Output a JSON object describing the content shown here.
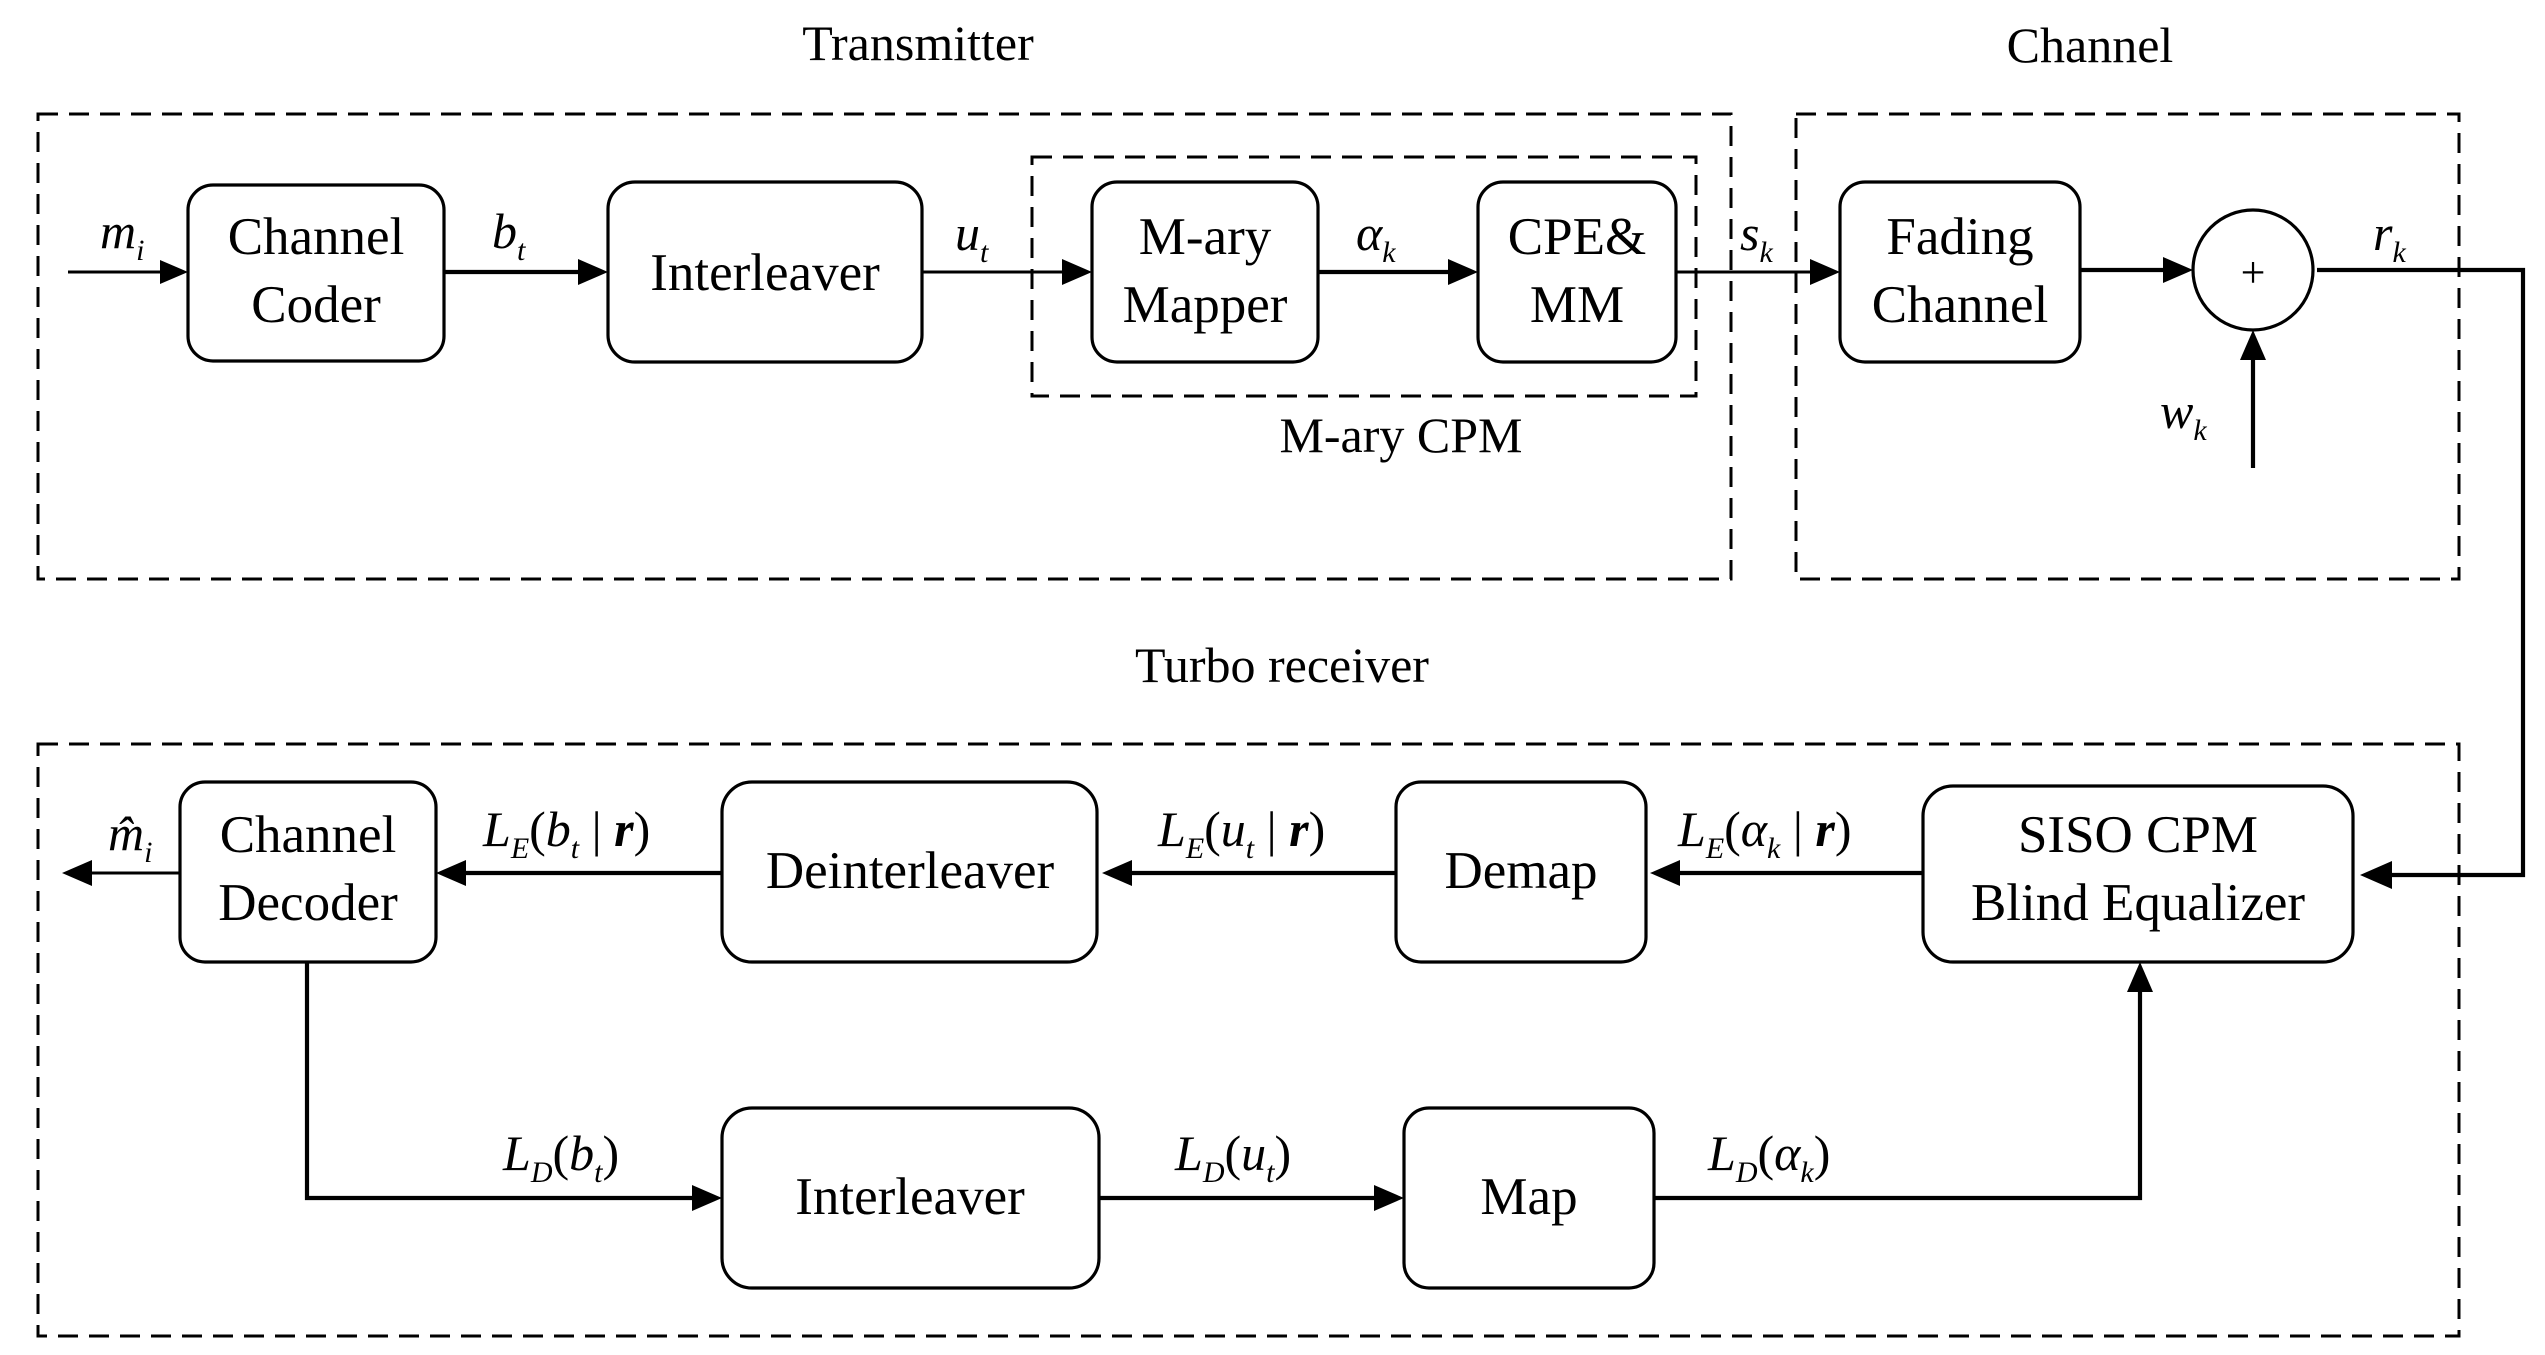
{
  "sections": {
    "transmitter": "Transmitter",
    "channel": "Channel",
    "receiver": "Turbo receiver",
    "cpm_group": "M-ary CPM"
  },
  "blocks": {
    "channel_coder": [
      "Channel",
      "Coder"
    ],
    "interleaver_tx": [
      "Interleaver"
    ],
    "mary_mapper": [
      "M-ary",
      "Mapper"
    ],
    "cpe_mm": [
      "CPE&",
      "MM"
    ],
    "fading_channel": [
      "Fading",
      "Channel"
    ],
    "adder": "+",
    "siso_equalizer": [
      "SISO CPM",
      "Blind Equalizer"
    ],
    "demap": [
      "Demap"
    ],
    "deinterleaver": [
      "Deinterleaver"
    ],
    "channel_decoder": [
      "Channel",
      "Decoder"
    ],
    "interleaver_rx": [
      "Interleaver"
    ],
    "map": [
      "Map"
    ]
  },
  "signals": {
    "m_i": {
      "base": "m",
      "sub": "i"
    },
    "b_t": {
      "base": "b",
      "sub": "t"
    },
    "u_t": {
      "base": "u",
      "sub": "t"
    },
    "alpha_k": {
      "base": "α",
      "sub": "k"
    },
    "s_k": {
      "base": "s",
      "sub": "k"
    },
    "r_k": {
      "base": "r",
      "sub": "k"
    },
    "w_k": {
      "base": "w",
      "sub": "k"
    },
    "m_hat_i": {
      "base": "m̂",
      "sub": "i"
    },
    "LE_b": {
      "L": "L",
      "sub": "E",
      "open": "(",
      "var": "b",
      "varsub": "t",
      "sep": " | ",
      "r": "r",
      "close": ")"
    },
    "LE_u": {
      "L": "L",
      "sub": "E",
      "open": "(",
      "var": "u",
      "varsub": "t",
      "sep": " | ",
      "r": "r",
      "close": ")"
    },
    "LE_alpha": {
      "L": "L",
      "sub": "E",
      "open": "(",
      "var": "α",
      "varsub": "k",
      "sep": " | ",
      "r": "r",
      "close": ")"
    },
    "LD_b": {
      "L": "L",
      "sub": "D",
      "open": "(",
      "var": "b",
      "varsub": "t",
      "close": ")"
    },
    "LD_u": {
      "L": "L",
      "sub": "D",
      "open": "(",
      "var": "u",
      "varsub": "t",
      "close": ")"
    },
    "LD_alpha": {
      "L": "L",
      "sub": "D",
      "open": "(",
      "var": "α",
      "varsub": "k",
      "close": ")"
    }
  }
}
